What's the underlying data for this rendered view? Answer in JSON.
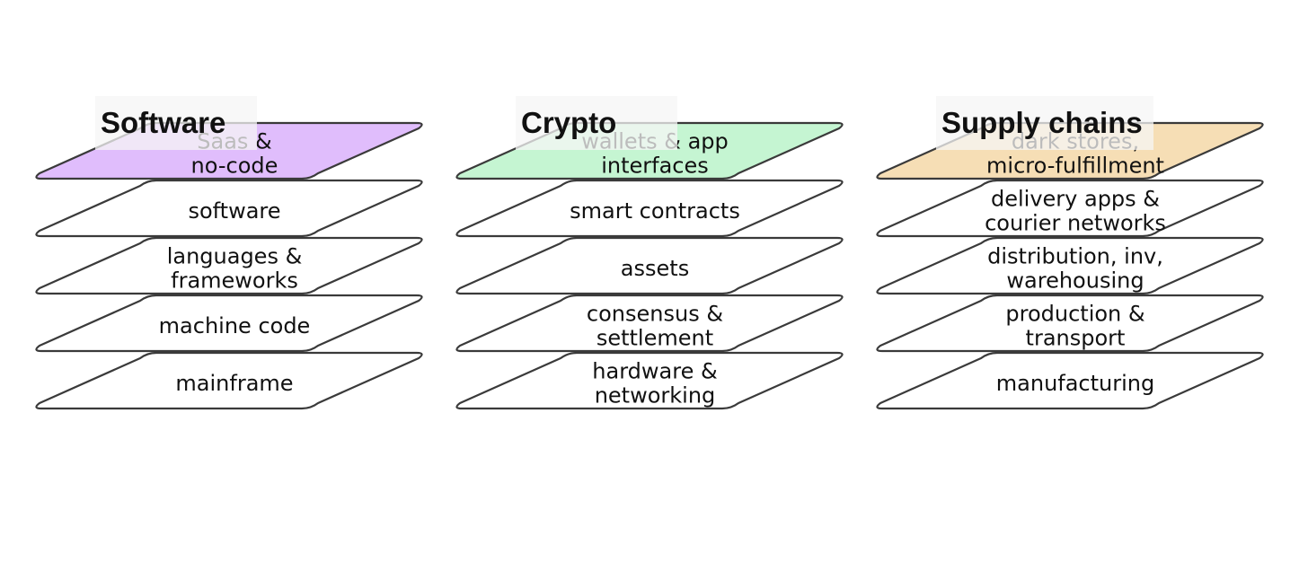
{
  "stacks": [
    {
      "title": "Software",
      "top_color": "#e0bdfc",
      "layers": [
        [
          "Saas &",
          "no-code"
        ],
        [
          "software"
        ],
        [
          "languages &",
          "frameworks"
        ],
        [
          "machine code"
        ],
        [
          "mainframe"
        ]
      ]
    },
    {
      "title": "Crypto",
      "top_color": "#c5f5d2",
      "layers": [
        [
          "wallets & app",
          "interfaces"
        ],
        [
          "smart contracts"
        ],
        [
          "assets"
        ],
        [
          "consensus &",
          "settlement"
        ],
        [
          "hardware &",
          "networking"
        ]
      ]
    },
    {
      "title": "Supply chains",
      "top_color": "#f6deb5",
      "layers": [
        [
          "dark stores,",
          "micro-fulfillment"
        ],
        [
          "delivery apps &",
          "courier networks"
        ],
        [
          "distribution, inv,",
          "warehousing"
        ],
        [
          "production &",
          "transport"
        ],
        [
          "manufacturing"
        ]
      ]
    }
  ],
  "colors": {
    "stroke": "#3a3a3a",
    "layer_fill": "#ffffff",
    "title_tab": "#f5f5f5"
  }
}
